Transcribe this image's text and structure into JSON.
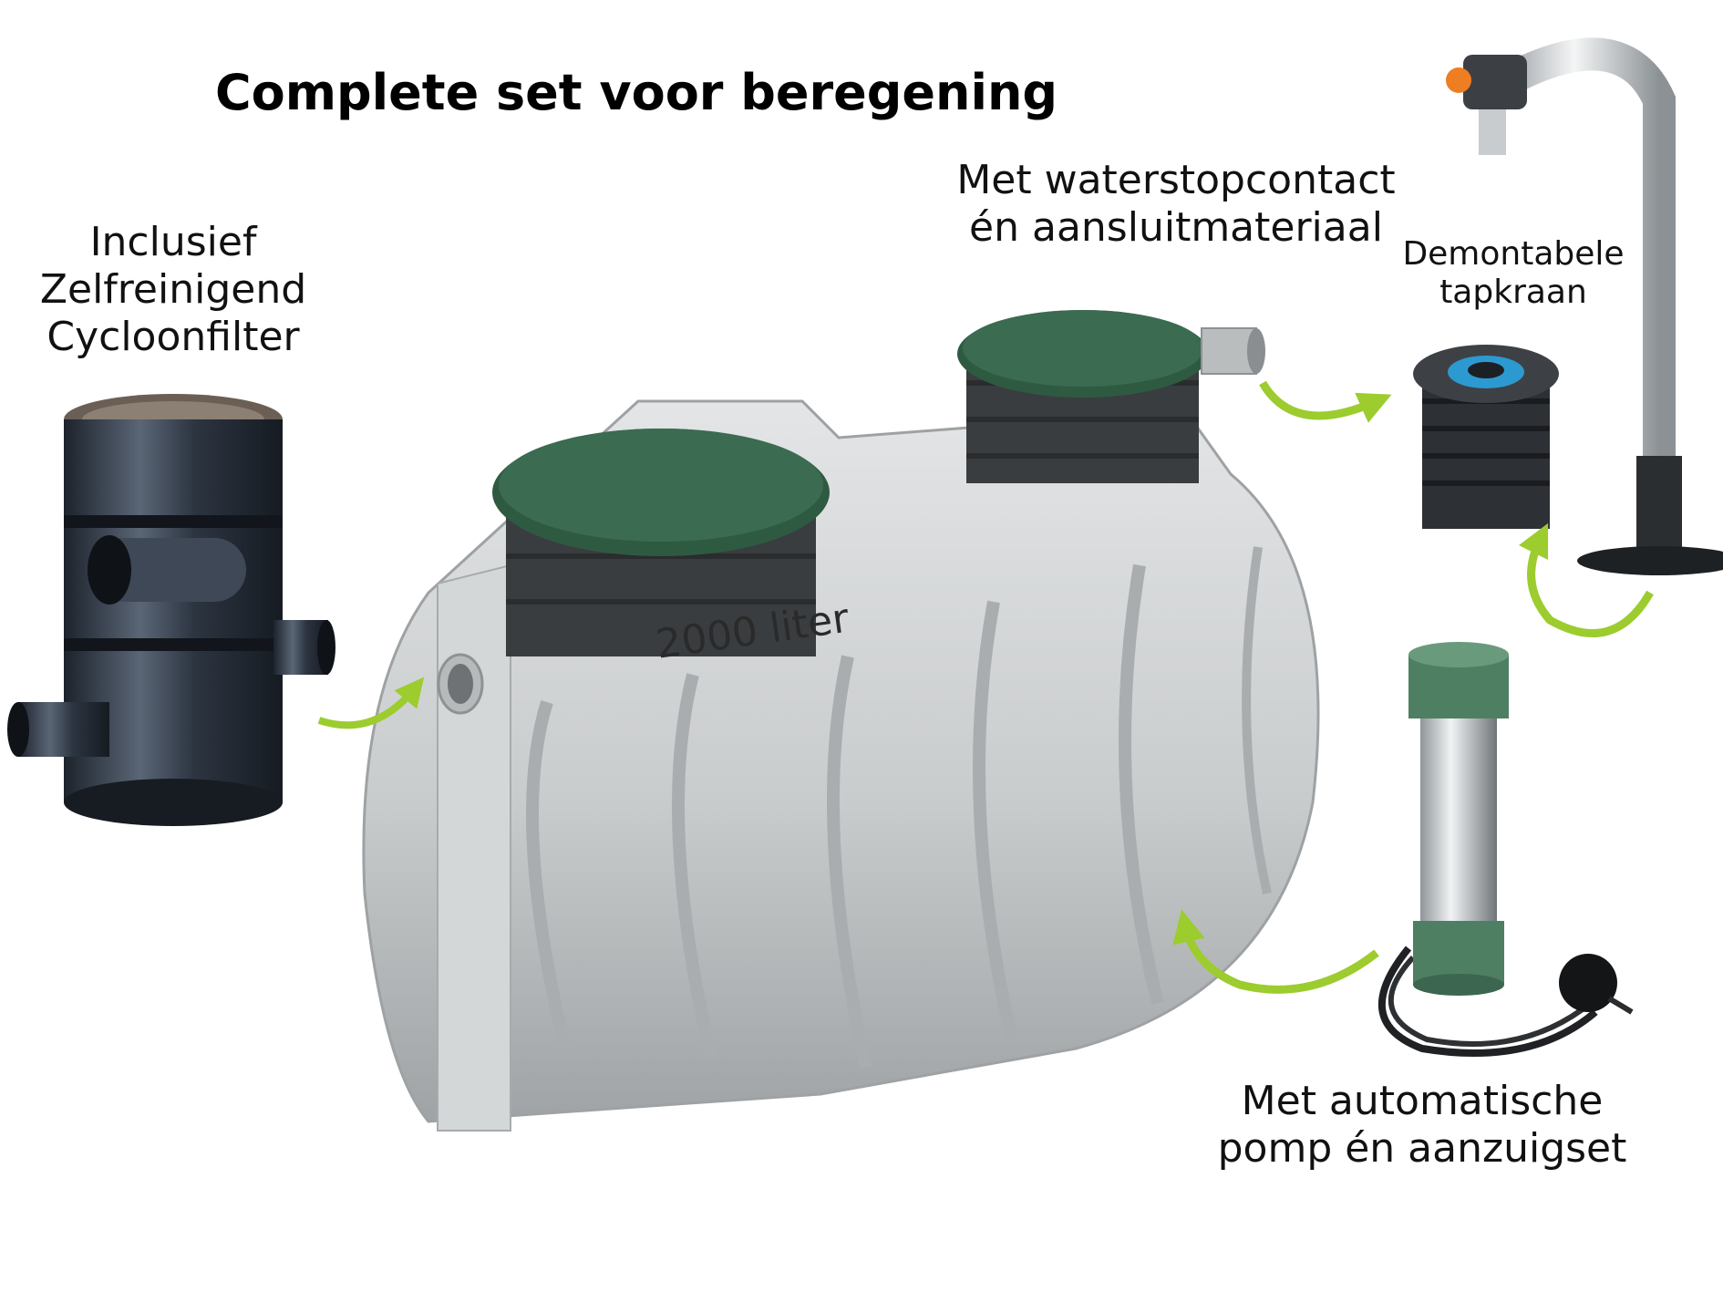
{
  "title": "Complete set voor beregening",
  "labels": {
    "filter": [
      "Inclusief",
      "Zelfreinigend",
      "Cycloonfilter"
    ],
    "connection": [
      "Met waterstopcontact",
      "én aansluitmateriaal"
    ],
    "tap": [
      "Demontabele",
      "tapkraan"
    ],
    "pump": [
      "Met automatische",
      "pomp én aanzuigset"
    ],
    "tank_capacity": "2000 liter"
  },
  "colors": {
    "arrow": "#9ccc2e",
    "tank": "#c8cbcc",
    "lid": "#2f5a42",
    "filter": "#2c3440",
    "pump_green": "#4f7f62"
  },
  "icons": [
    "cyclone-filter-icon",
    "tank-icon",
    "pump-icon",
    "tap-icon",
    "standpipe-icon"
  ]
}
